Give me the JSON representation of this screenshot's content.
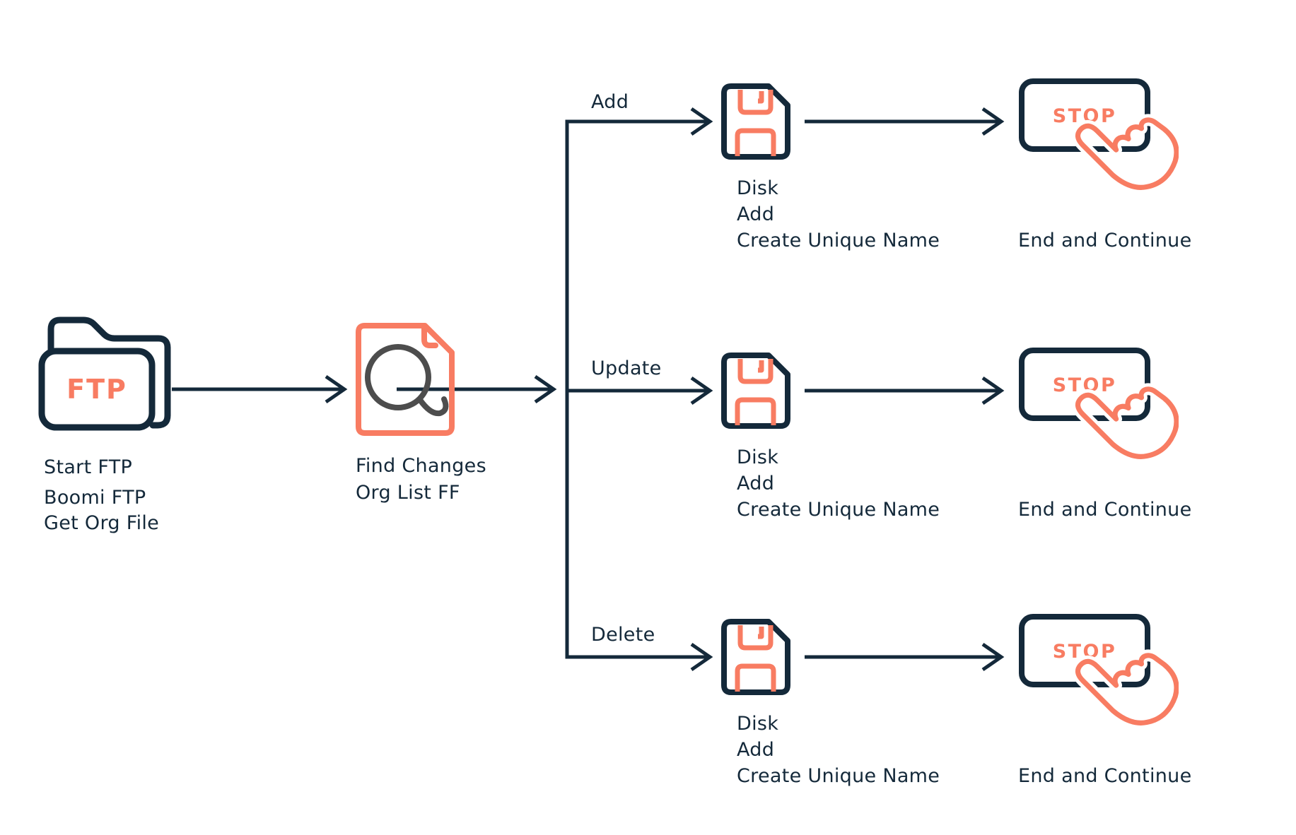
{
  "colors": {
    "navy": "#14293A",
    "salmon": "#F87C62",
    "magnifier_grey": "#4D4D4D",
    "background": "#FFFFFF"
  },
  "nodes": {
    "start": {
      "icon": "ftp-folder-icon",
      "icon_text": "FTP",
      "label_lines": [
        "Start FTP",
        "Boomi FTP",
        "Get Org File"
      ]
    },
    "find_changes": {
      "icon": "document-search-icon",
      "label_lines": [
        "Find Changes",
        "Org List FF"
      ]
    }
  },
  "branches": [
    {
      "label": "Add",
      "disk_icon": "floppy-disk-icon",
      "disk_label_lines": [
        "Disk",
        "Add",
        "Create Unique Name"
      ],
      "stop_text": "STOP",
      "end_label": "End and Continue"
    },
    {
      "label": "Update",
      "disk_icon": "floppy-disk-icon",
      "disk_label_lines": [
        "Disk",
        "Add",
        "Create Unique Name"
      ],
      "stop_text": "STOP",
      "end_label": "End and Continue"
    },
    {
      "label": "Delete",
      "disk_icon": "floppy-disk-icon",
      "disk_label_lines": [
        "Disk",
        "Add",
        "Create Unique Name"
      ],
      "stop_text": "STOP",
      "end_label": "End and Continue"
    }
  ]
}
